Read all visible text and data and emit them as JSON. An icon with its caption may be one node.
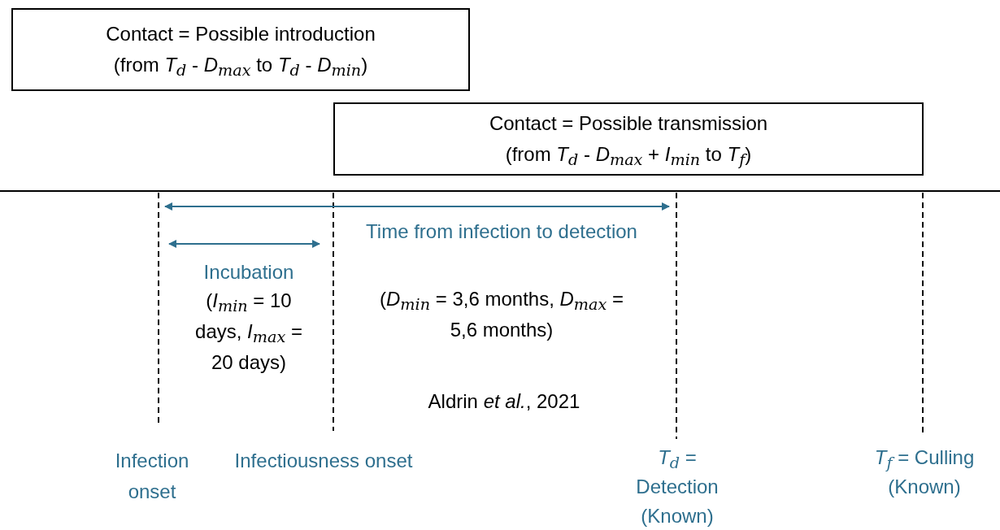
{
  "diagram": {
    "nodes": [
      {
        "text": [
          "Contact = Possible introduction",
          "(from *T*$_{d}$ - *D*$_{max}$ to *T*$_{d}$ - *D*$_{min}$)"
        ]
      },
      {
        "text": [
          "Contact = Possible transmission",
          "(from *T*$_{d}$ - *D*$_{max}$ + *I*$_{min}$ to *T*$_{f}$)"
        ]
      }
    ],
    "labels": [
      "Time from infection to detection",
      "Incubation",
      "(*D*$_{min}$ = 3,6 months, *D*$_{max}$ = 5,6 months)",
      "(*I*$_{min}$ = 10 days, *I*$_{max}$ = 20 days)",
      "Aldrin *et al.*, 2021",
      "Infection onset",
      "Infectiousness onset",
      "*T*$_{d}$ = Detection (Known)",
      "*T*$_{f}$ = Culling (Known)"
    ]
  }
}
